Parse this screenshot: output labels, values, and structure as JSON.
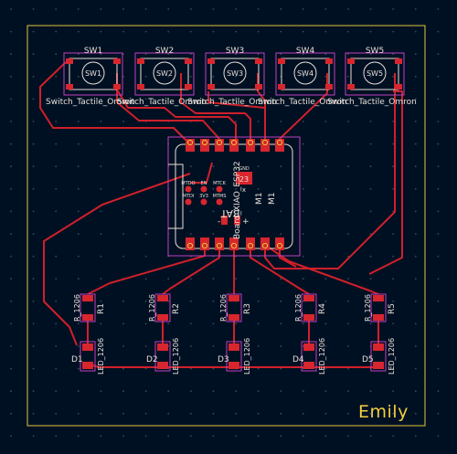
{
  "board": {
    "author_label": "Emily",
    "colors": {
      "background": "#001023",
      "grid_dot": "#3b4a5c",
      "trace": "#d0202a",
      "pad": "#d8262e",
      "courtyard": "#c040c0",
      "silk": "#e8e0d8",
      "edge_cuts": "#e0c83a"
    }
  },
  "switches": [
    {
      "ref": "SW1",
      "value": "Switch_Tactile_Omron",
      "center_label": "SW1"
    },
    {
      "ref": "SW2",
      "value": "Switch_Tactile_Omron",
      "center_label": "SW2"
    },
    {
      "ref": "SW3",
      "value": "Switch_Tactile_Omron",
      "center_label": "SW3"
    },
    {
      "ref": "SW4",
      "value": "Switch_Tactile_Omron",
      "center_label": "SW4"
    },
    {
      "ref": "SW5",
      "value": "Switch_Tactile_Omron",
      "center_label": "SW5"
    }
  ],
  "resistors": [
    {
      "ref": "R1",
      "value": "R_1206"
    },
    {
      "ref": "R2",
      "value": "R_1206"
    },
    {
      "ref": "R3",
      "value": "R_1206"
    },
    {
      "ref": "R4",
      "value": "R_1206"
    },
    {
      "ref": "R5",
      "value": "R_1206"
    }
  ],
  "leds": [
    {
      "ref": "D1",
      "value": "LED_1206"
    },
    {
      "ref": "D2",
      "value": "LED_1206"
    },
    {
      "ref": "D3",
      "value": "LED_1206"
    },
    {
      "ref": "D4",
      "value": "LED_1206"
    },
    {
      "ref": "D5",
      "value": "LED_1206"
    }
  ],
  "module": {
    "ref": "M1",
    "ref_copy": "M1",
    "value": "Board_XIAO_ESP32",
    "bat_label": "BAT",
    "center_pad_label": "23",
    "pad_labels": [
      "MTDO",
      "EN",
      "MTCK",
      "MTDI",
      "3V3",
      "MTMS",
      "GND"
    ],
    "polarity_minus": "-",
    "polarity_plus": "+"
  }
}
